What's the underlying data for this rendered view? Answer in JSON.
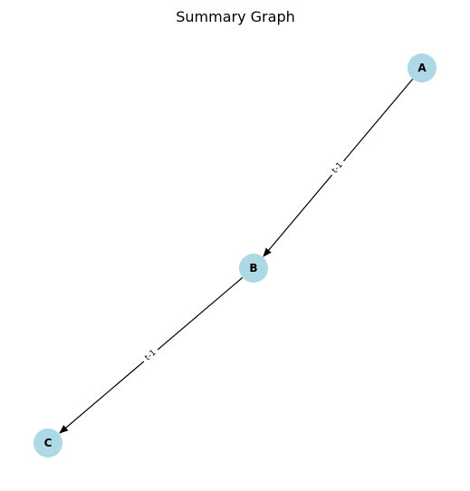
{
  "graph": {
    "title": "Summary Graph",
    "node_color": "#add8e6",
    "edge_color": "#000000",
    "nodes": [
      {
        "id": "A",
        "label": "A"
      },
      {
        "id": "B",
        "label": "B"
      },
      {
        "id": "C",
        "label": "C"
      }
    ],
    "edges": [
      {
        "from": "A",
        "to": "B",
        "label": "t-1"
      },
      {
        "from": "B",
        "to": "C",
        "label": "t-1"
      }
    ]
  }
}
